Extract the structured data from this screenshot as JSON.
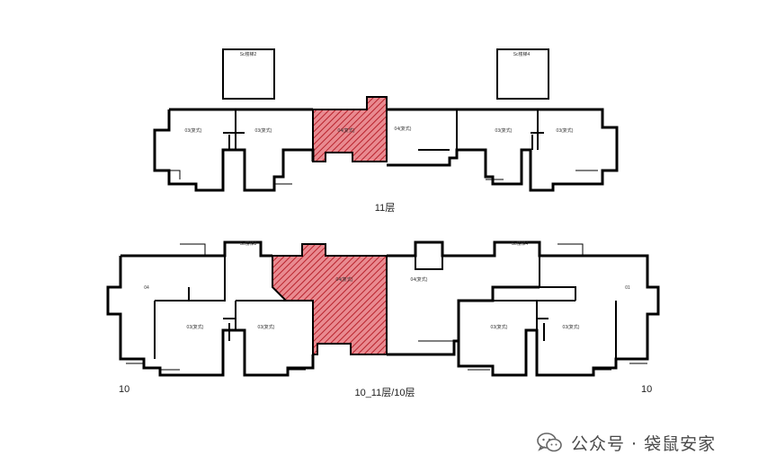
{
  "plan_upper": {
    "caption": "11层",
    "stair_labels": [
      "Sc楼梯2",
      "Sc楼梯4"
    ],
    "room_labels": [
      "03(复式)",
      "03(复式)",
      "04(复式)",
      "04(复式)",
      "03(复式)",
      "03(复式)"
    ]
  },
  "plan_lower": {
    "caption": "10_11层/10层",
    "floor_left": "10",
    "floor_right": "10",
    "stair_labels": [
      "Sc楼梯3",
      "Sc楼梯4"
    ],
    "room_labels": [
      "04",
      "03(复式)",
      "03(复式)",
      "04(复式)",
      "04(复式)",
      "03(复式)",
      "03(复式)",
      "01"
    ]
  },
  "highlight": {
    "color": "#d94f57",
    "hatch_color": "#b8222c"
  },
  "watermark": {
    "text": "公众号 · 袋鼠安家",
    "icon": "wechat-icon"
  }
}
